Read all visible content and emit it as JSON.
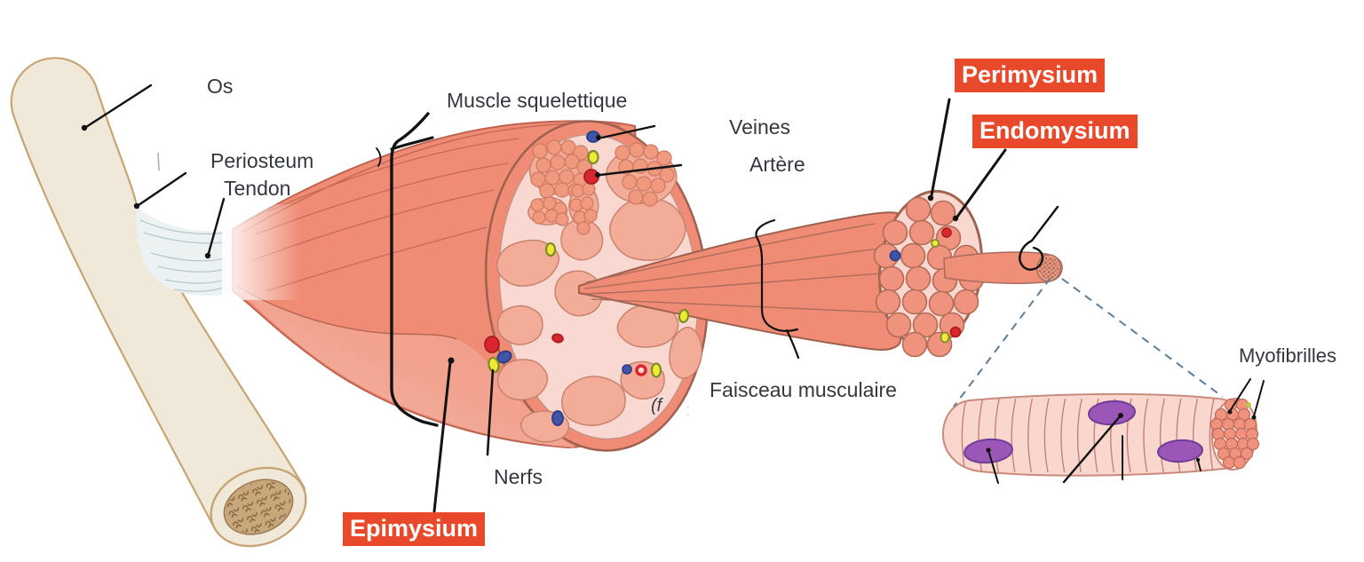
{
  "diagram": {
    "kind": "anatomy-illustration",
    "language": "fr",
    "background": "#ffffff"
  },
  "labels": {
    "os": "Os",
    "periosteum": "Periosteum",
    "tendon": "Tendon",
    "muscle_squelettique": "Muscle squelettique",
    "veines": "Veines",
    "artere": "Artère",
    "perimysium": "Perimysium",
    "endomysium": "Endomysium",
    "epimysium": "Epimysium",
    "nerfs": "Nerfs",
    "faisceau_musculaire": "Faisceau musculaire",
    "myofibrilles": "Myofibrilles",
    "stray_text": "(f",
    "stray_mark": ":"
  },
  "highlight": {
    "background": "#e8492b",
    "text_color": "#ffffff",
    "highlighted_labels": [
      "Perimysium",
      "Endomysium",
      "Epimysium"
    ]
  },
  "colors": {
    "muscle": "#f08c75",
    "muscle_flap": "#f2a390",
    "cross_section_bg": "#f8d8d0",
    "fascicle_blob": "#f3ac98",
    "fiber_circle": "#f0937e",
    "fiber_cell": "#f9d7ce",
    "nucleus": "#9a57b8",
    "bone": "#f0e8d9",
    "bone_outline": "#c6a574",
    "spongy_bone": "#c8a87b",
    "tendon": "#ecf1f1",
    "vein": "#4055a8",
    "artery": "#d8272e",
    "nerve": "#efeb34",
    "annotation_line": "#121212",
    "dashed_line": "#5f7c96",
    "label_text": "#33383e"
  }
}
